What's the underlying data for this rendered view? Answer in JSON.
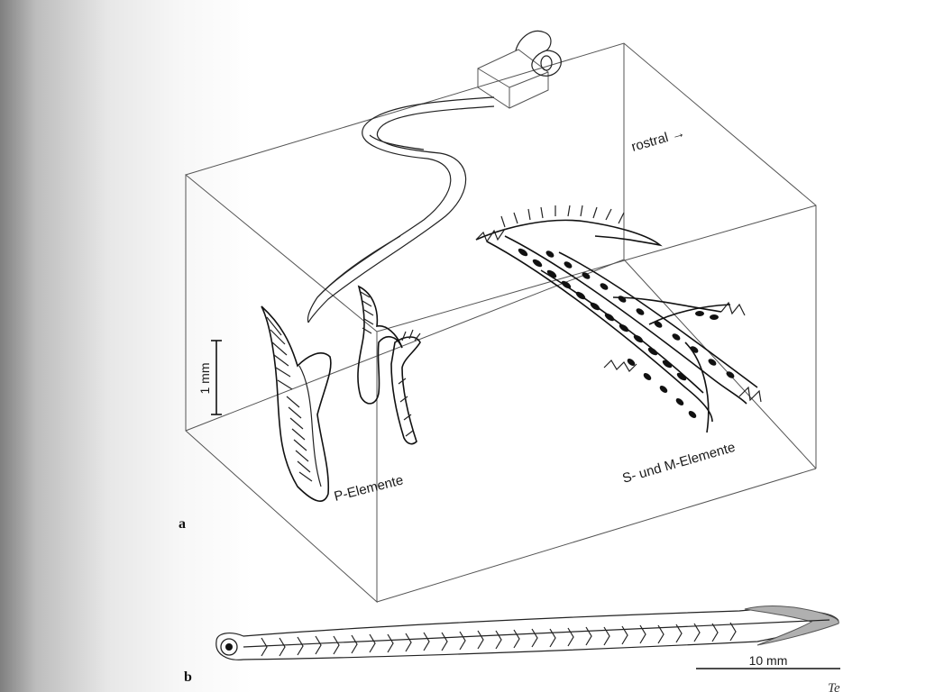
{
  "figure": {
    "panel_a_letter": "a",
    "panel_b_letter": "b",
    "label_rostral": "rostral →",
    "label_p_elements": "P-Elemente",
    "label_sm_elements": "S- und M-Elemente",
    "scale_a": "1 mm",
    "scale_b": "10 mm",
    "caption_fragment": "Te"
  }
}
